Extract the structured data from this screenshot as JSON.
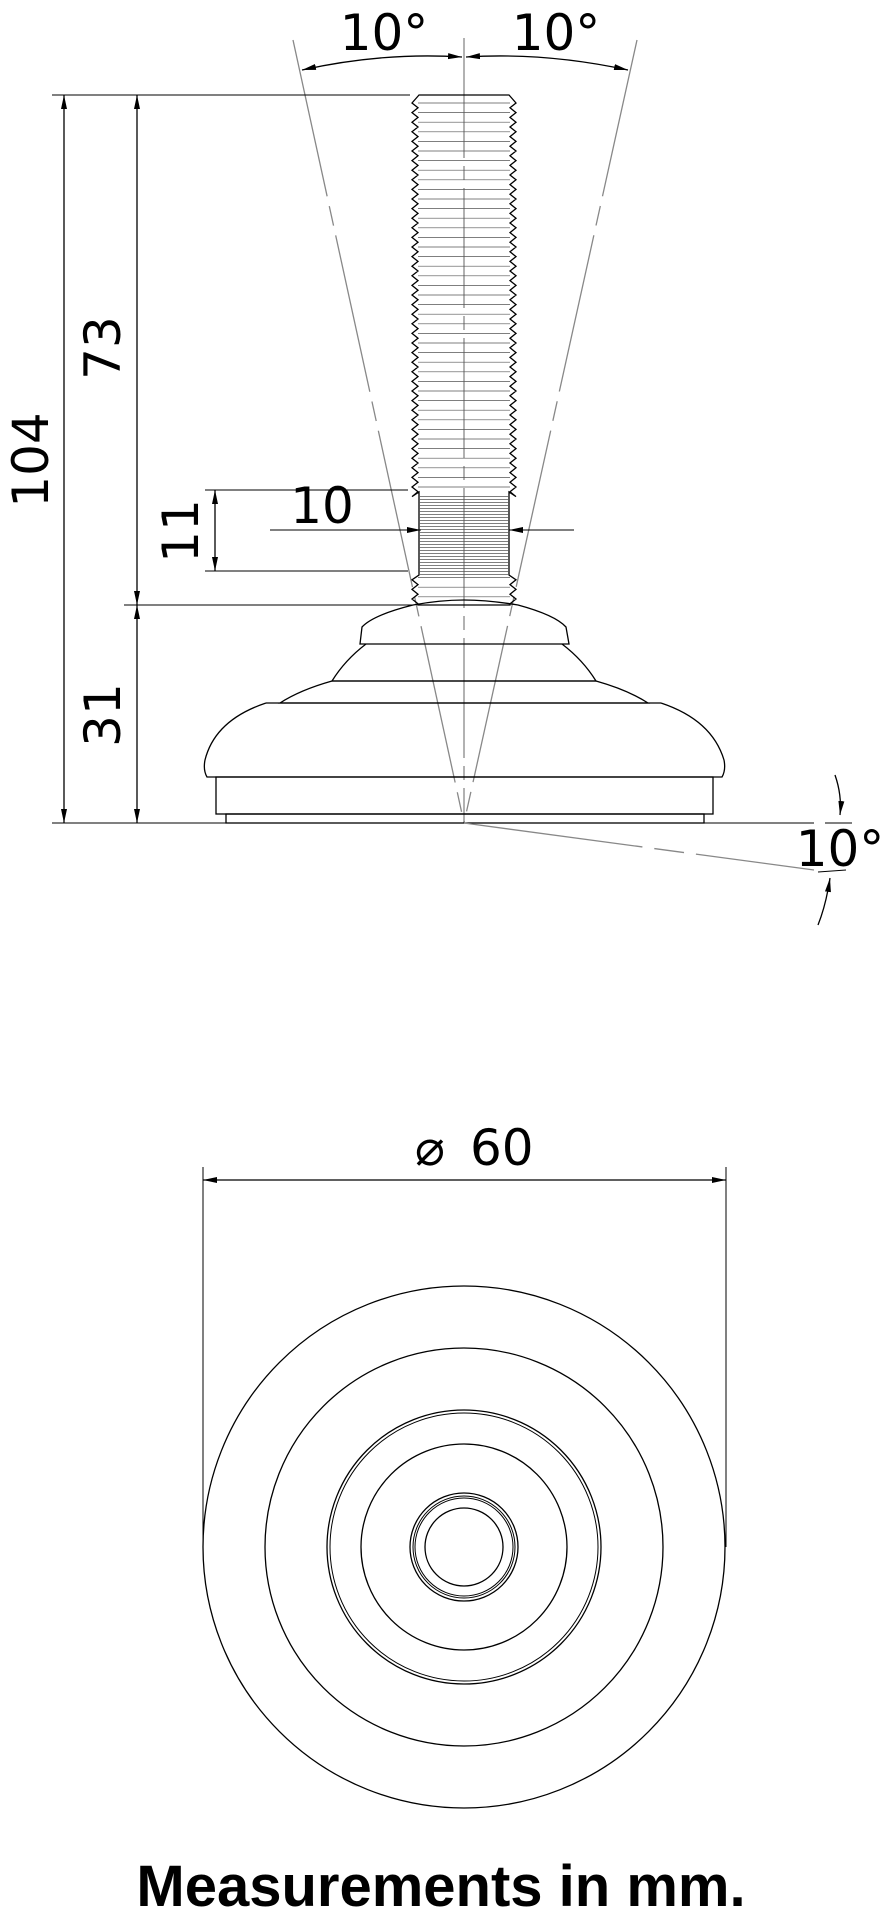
{
  "drawing": {
    "side_view": {
      "tilt_left_label": "10°",
      "tilt_right_label": "10°",
      "overall_height_label": "104",
      "stud_length_label": "73",
      "base_height_label": "31",
      "thread_diameter_label": "10",
      "smooth_section_label": "11",
      "base_tilt_label": "10°"
    },
    "bottom_view": {
      "diameter_symbol": "⌀",
      "diameter_label": "60"
    }
  },
  "footer": {
    "note": "Measurements in mm."
  }
}
